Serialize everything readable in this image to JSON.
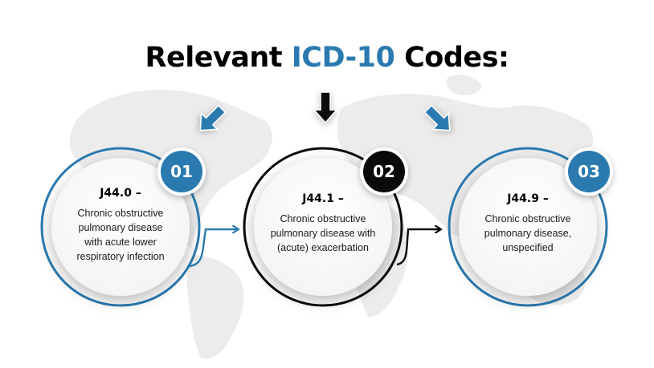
{
  "title": {
    "prefix": "Relevant ",
    "highlight": "ICD-10",
    "suffix": " Codes:"
  },
  "colors": {
    "accent": "#2a7ab0",
    "dark": "#0a0a0a",
    "map": "#ececec"
  },
  "steps": [
    {
      "number": "01",
      "code": "J44.0 –",
      "description_lines": [
        "Chronic obstructive",
        "pulmonary disease",
        "with acute lower",
        "respiratory infection"
      ],
      "color": "#2a7ab0",
      "arrow_icon": "arrow-down-left-icon"
    },
    {
      "number": "02",
      "code": "J44.1 –",
      "description_lines": [
        "Chronic obstructive",
        "pulmonary disease with",
        "(acute) exacerbation"
      ],
      "color": "#0a0a0a",
      "arrow_icon": "arrow-down-icon"
    },
    {
      "number": "03",
      "code": "J44.9 –",
      "description_lines": [
        "Chronic obstructive",
        "pulmonary disease,",
        "unspecified"
      ],
      "color": "#2a7ab0",
      "arrow_icon": "arrow-down-right-icon"
    }
  ]
}
